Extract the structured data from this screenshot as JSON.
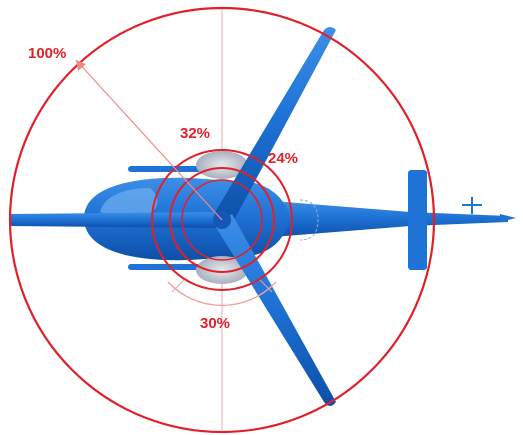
{
  "labels": {
    "outer_radius": "100%",
    "ring_top": "32%",
    "ring_right": "24%",
    "ring_bottom": "30%"
  },
  "colors": {
    "ring": "#e0202a",
    "ring_light": "#f0a0a0",
    "helicopter": "#1f73d6",
    "helicopter_dark": "#0d4fa8",
    "helicopter_light": "#5ea7ee",
    "hub": "#c9cdd6",
    "background": "#ffffff"
  }
}
